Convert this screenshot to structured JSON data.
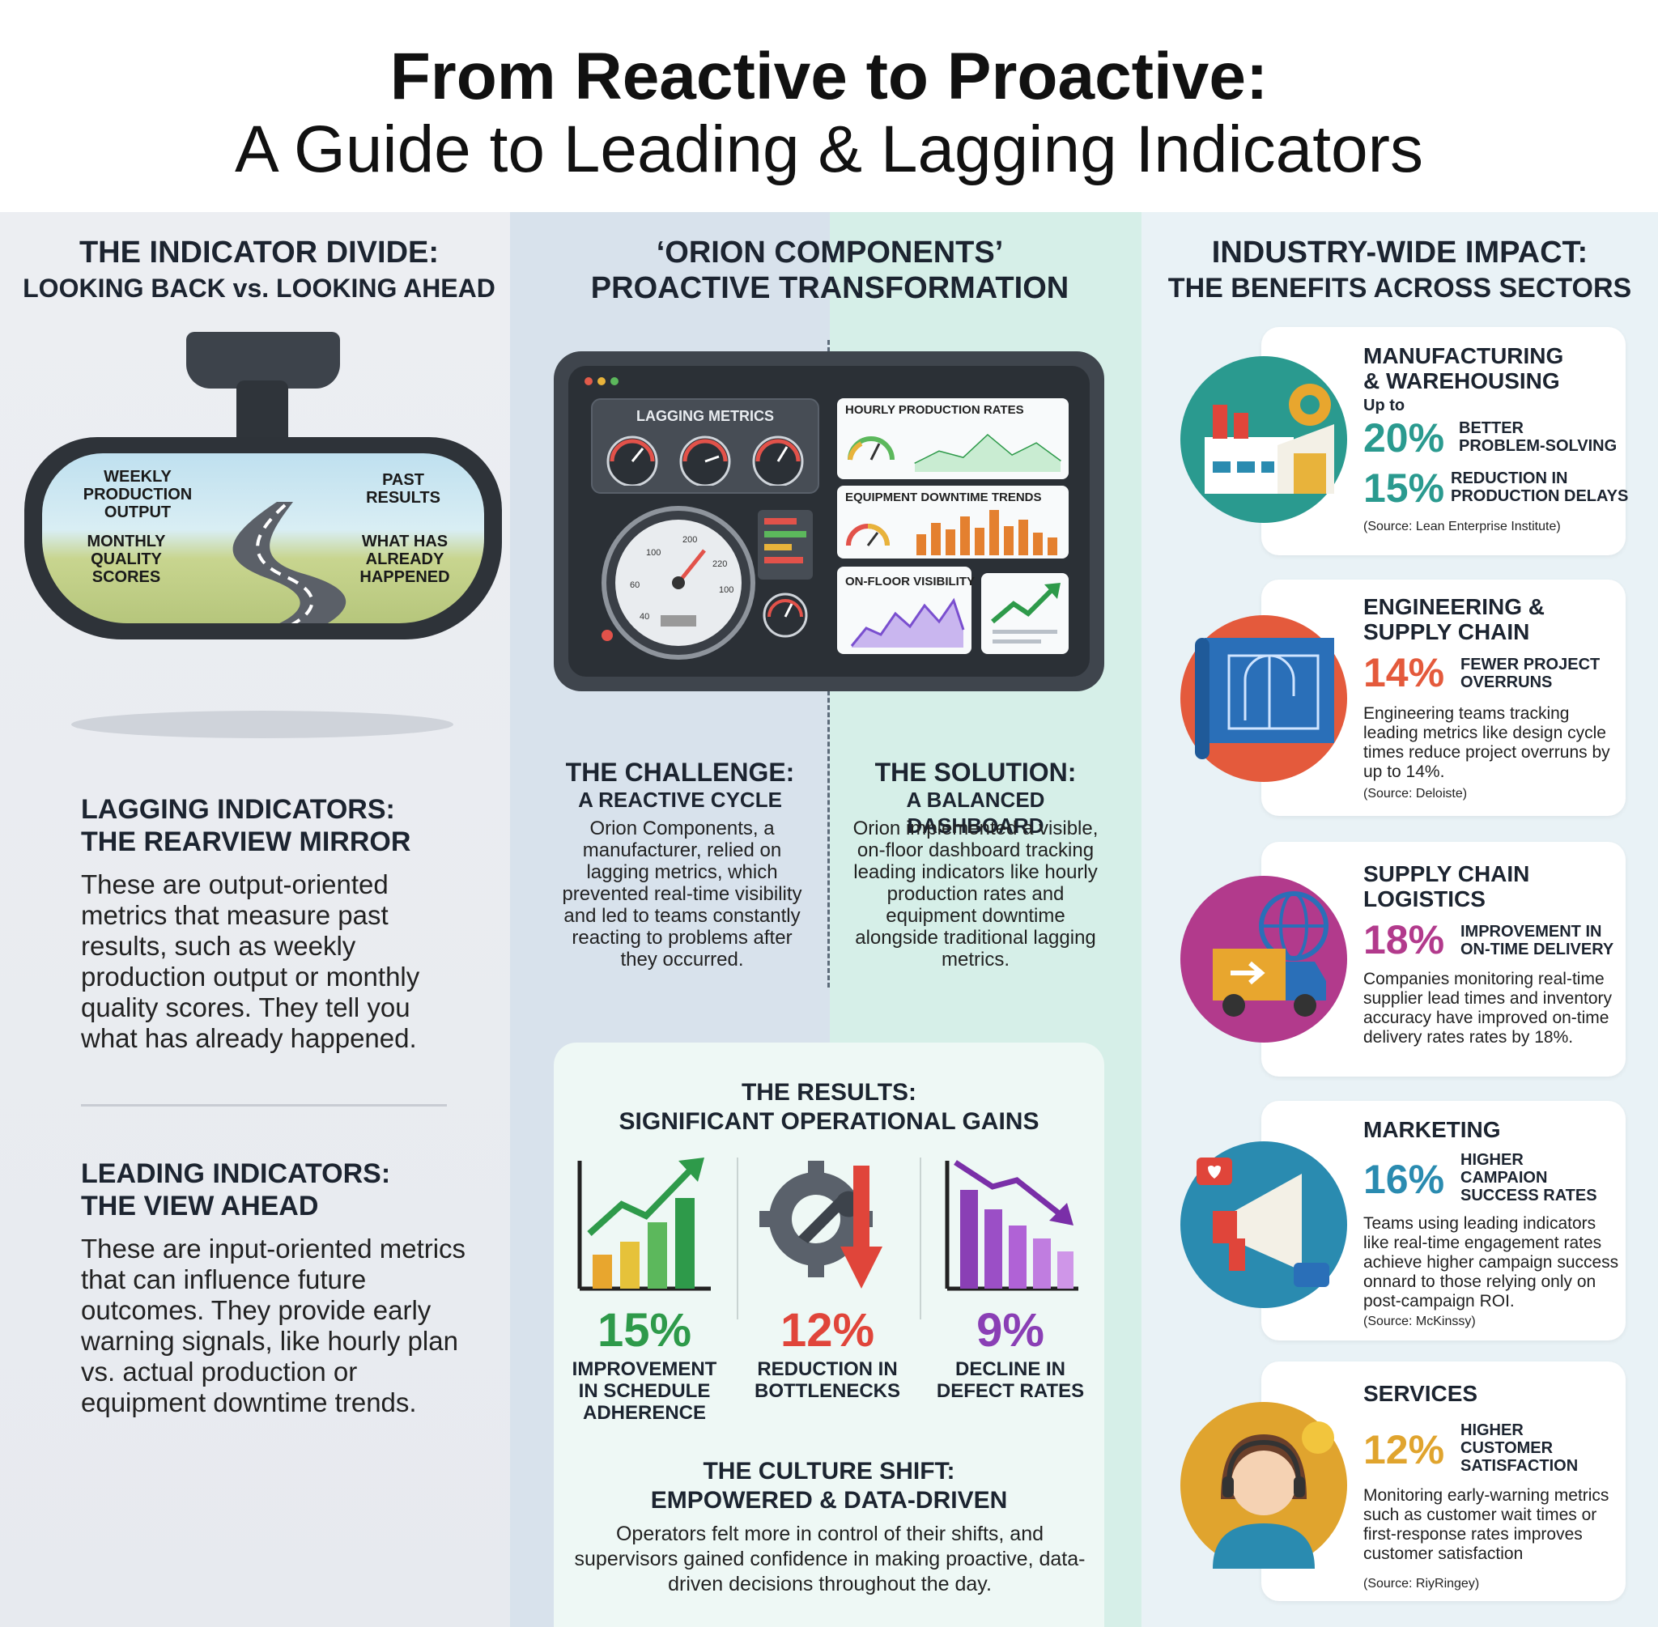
{
  "header": {
    "title_line1": "From Reactive to Proactive:",
    "title_line2": "A Guide to Leading & Lagging Indicators"
  },
  "left": {
    "heading1": "THE INDICATOR DIVIDE:",
    "heading2": "LOOKING BACK vs. LOOKING AHEAD",
    "mirror_labels": {
      "weekly": "WEEKLY\nPRODUCTION\nOUTPUT",
      "past": "PAST\nRESULTS",
      "monthly": "MONTHLY\nQUALITY\nSCORES",
      "what_has": "WHAT HAS\nALREADY\nHAPPENED"
    },
    "lagging_heading1": "LAGGING INDICATORS:",
    "lagging_heading2": "THE REARVIEW MIRROR",
    "lagging_text": "These are output-oriented metrics that measure past results, such as weekly production output or monthly quality scores. They tell you what has already happened.",
    "leading_heading1": "LEADING INDICATORS:",
    "leading_heading2": "THE VIEW AHEAD",
    "leading_text": "These are input-oriented metrics that can influence future outcomes. They provide early warning signals, like hourly plan vs. actual production or equipment downtime trends."
  },
  "middle": {
    "heading1": "‘ORION COMPONENTS’",
    "heading2": "PROACTIVE TRANSFORMATION",
    "dashboard": {
      "lagging_title": "LAGGING METRICS",
      "panel1": "HOURLY PRODUCTION RATES",
      "panel2": "EQUIPMENT DOWNTIME TRENDS",
      "panel3": "ON-FLOOR VISIBILITY"
    },
    "challenge_h1": "THE CHALLENGE:",
    "challenge_h2": "A REACTIVE CYCLE",
    "challenge_text": "Orion Components, a manufacturer, relied on lagging metrics, which prevented real-time visibility and led to teams constantly reacting to problems after they occurred.",
    "solution_h1": "THE SOLUTION:",
    "solution_h2": "A BALANCED DASHBOARD",
    "solution_text": "Orion implemented a visible, on-floor dashboard tracking leading indicators like hourly production rates and equipment downtime alongside traditional lagging metrics.",
    "results_h1": "THE RESULTS:",
    "results_h2": "SIGNIFICANT OPERATIONAL GAINS",
    "results": [
      {
        "pct": "15%",
        "label": "IMPROVEMENT\nIN SCHEDULE\nADHERENCE",
        "color": "#2e9a4a"
      },
      {
        "pct": "12%",
        "label": "REDUCTION IN\nBOTTLENECKS",
        "color": "#e0453a"
      },
      {
        "pct": "9%",
        "label": "DECLINE IN\nDEFECT RATES",
        "color": "#8a3fb5"
      }
    ],
    "culture_h1": "THE CULTURE SHIFT:",
    "culture_h2": "EMPOWERED & DATA-DRIVEN",
    "culture_text": "Operators felt more in control of their shifts, and supervisors gained confidence in making proactive, data-driven decisions throughout the day."
  },
  "right": {
    "heading1": "INDUSTRY-WIDE IMPACT:",
    "heading2": "THE BENEFITS ACROSS SECTORS",
    "cards": [
      {
        "title": "MANUFACTURING\n& WAREHOUSING",
        "upto": "Up to",
        "pct1": "20%",
        "pct1_label": "BETTER\nPROBLEM-SOLVING",
        "pct2": "15%",
        "pct2_label": "REDUCTION IN\nPRODUCTION DELAYS",
        "source": "(Source: Lean Enterprise Institute)",
        "color": "#2a9a8f"
      },
      {
        "title": "ENGINEERING &\nSUPPLY CHAIN",
        "pct1": "14%",
        "pct1_label": "FEWER PROJECT\nOVERRUNS",
        "body": "Engineering teams tracking leading metrics like design cycle times reduce project overruns by up to 14%.",
        "source": "(Source: Deloiste)",
        "color": "#e45a3c"
      },
      {
        "title": "SUPPLY CHAIN\nLOGISTICS",
        "pct1": "18%",
        "pct1_label": "IMPROVEMENT IN\nON-TIME DELIVERY",
        "body": "Companies monitoring real-time supplier lead times and inventory accuracy have improved on-time delivery rates rates by 18%.",
        "color": "#b23a8c"
      },
      {
        "title": "MARKETING",
        "pct1": "16%",
        "pct1_label": "HIGHER\nCAMPAION\nSUCCESS RATES",
        "body": "Teams using leading indicators like real-time engagement rates achieve higher campaign success onnard to those relying only on post-campaign ROI.",
        "source": "(Source: McKinssy)",
        "color": "#2a8bb0"
      },
      {
        "title": "SERVICES",
        "pct1": "12%",
        "pct1_label": "HIGHER\nCUSTOMER\nSATISFACTION",
        "body": "Monitoring early-warning metrics such as customer wait times or first-response rates improves customer satisfaction",
        "source": "(Source: RiyRingey)",
        "color": "#e0a42e"
      }
    ]
  }
}
